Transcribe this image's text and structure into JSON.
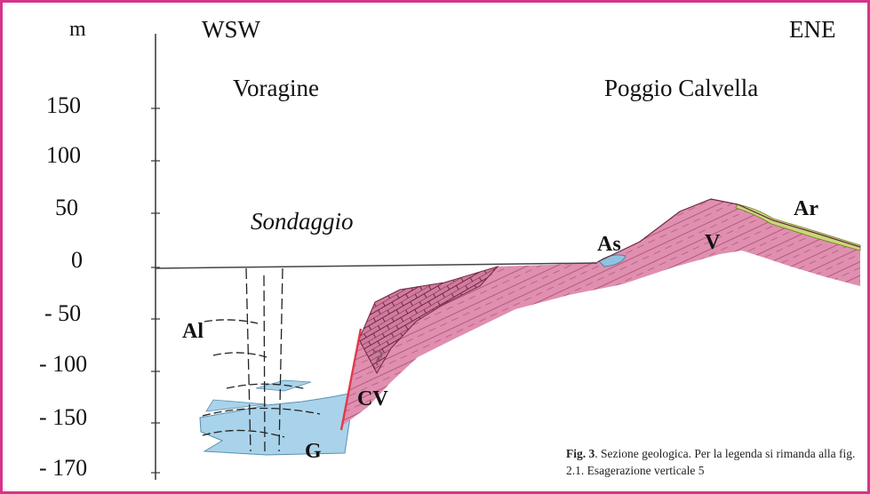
{
  "axis": {
    "unit": "m",
    "ticks": [
      "150",
      "100",
      "50",
      "0",
      "- 50",
      "- 100",
      "- 150",
      "- 170"
    ]
  },
  "orientation": {
    "left": "WSW",
    "right": "ENE"
  },
  "places": {
    "left": "Voragine",
    "right": "Poggio Calvella"
  },
  "borehole_label": "Sondaggio",
  "formations": {
    "al": "Al",
    "g": "G",
    "cv": "CV",
    "as": "As",
    "v": "V",
    "ar": "Ar",
    "uncertain": "?"
  },
  "caption": {
    "fig": "Fig. 3",
    "text": ". Sezione geologica. Per la legenda si rimanda alla fig. 2.1. Esagerazione verticale 5"
  },
  "colors": {
    "frame": "#d6338a",
    "pink_unit": "#e08fb0",
    "blue_unit": "#a9d3ea",
    "fault": "#e03a4a",
    "ar_band": "#c8d878"
  }
}
